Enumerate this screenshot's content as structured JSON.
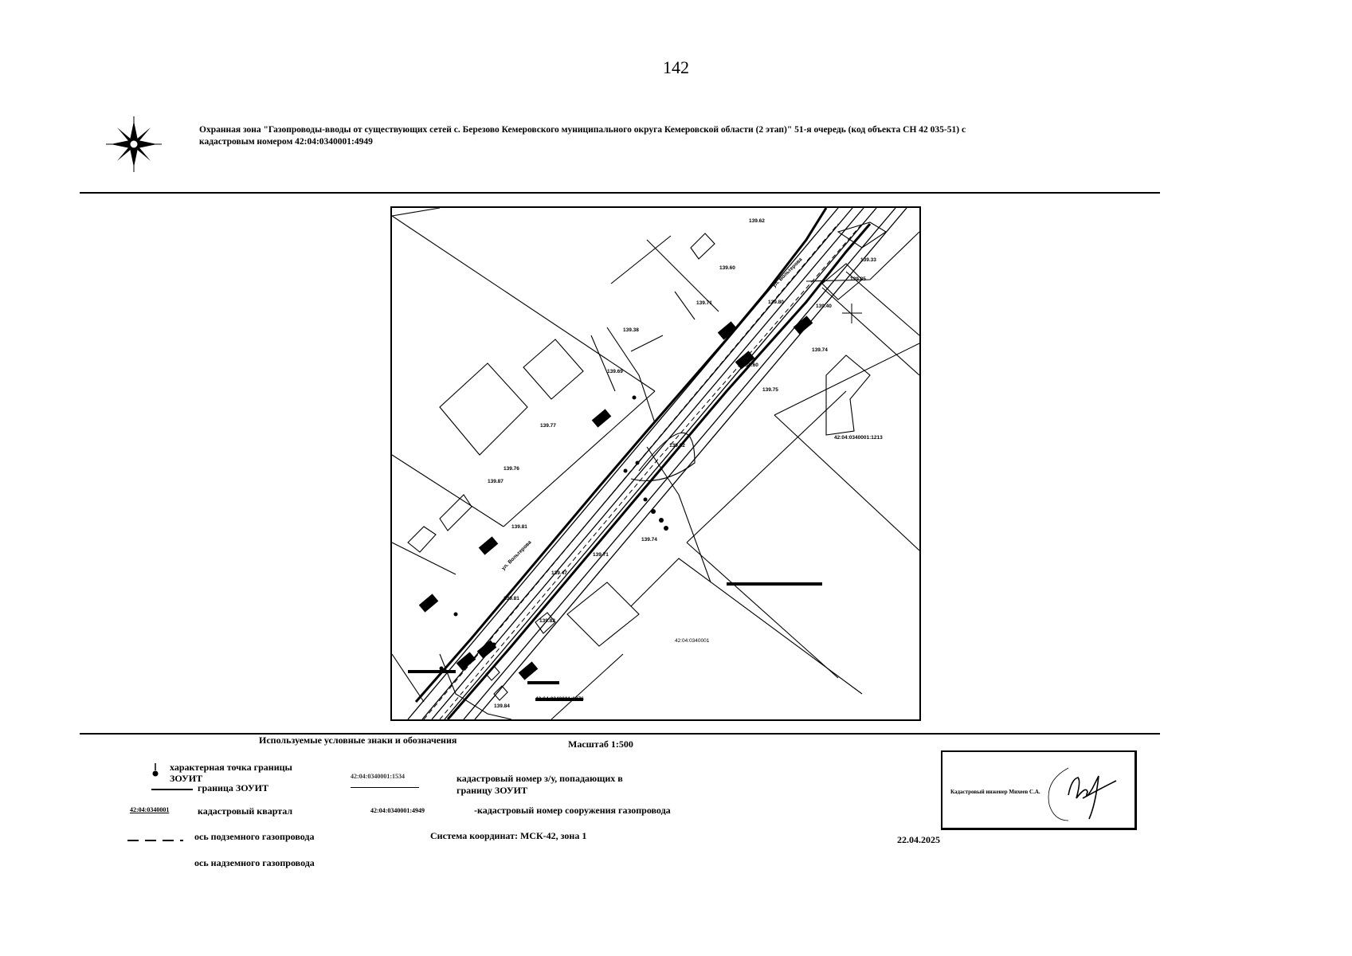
{
  "page_number": "142",
  "title": {
    "line1": "Охранная зона \"Газопроводы-вводы от существующих сетей с. Березово Кемеровского муниципального округа Кемеровской области (2 этап)\" 51-я очередь (код объекта СН 42 035-51) с",
    "line2": "кадастровым номером 42:04:0340001:4949"
  },
  "map": {
    "parcel_labels": {
      "p1": "42:04:0340001:1213",
      "p2": "42:04:0340001:1276",
      "q": "42:04:0340001"
    },
    "street_label": "ул. Вольтерова"
  },
  "legend": {
    "title": "Используемые условные знаки и обозначения",
    "scale": "Масштаб 1:500",
    "point_label": "характерная точка границы",
    "point_label2": "ЗОУИТ",
    "boundary_label": "граница ЗОУИТ",
    "quarter_sample": "42:04:0340001",
    "quarter_label": "кадастровый квартал",
    "underground_label": "ось подземного газопровода",
    "overground_label": "ось надземного газопровода",
    "parcel_sample": "42:04:0340001:1534",
    "parcel_label1": "кадастровый номер з/у, попадающих в",
    "parcel_label2": "границу ЗОУИТ",
    "structure_sample": "42:04:0340001:4949",
    "structure_label": "-кадастровый номер сооружения газопровода",
    "coord_system": "Система координат: МСК-42, зона 1"
  },
  "signature": {
    "label": "Кадастровый инженер Михеев С.А."
  },
  "date": "22.04.2025"
}
